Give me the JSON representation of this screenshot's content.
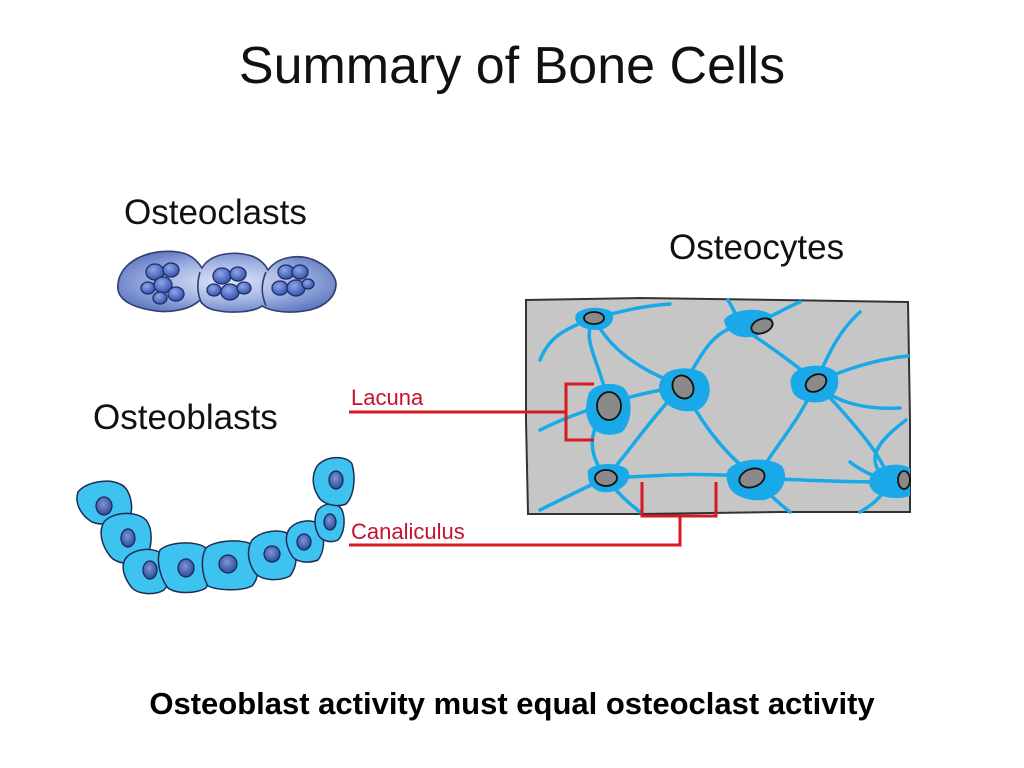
{
  "slide": {
    "title": "Summary of Bone Cells",
    "footer": "Osteoblast activity must equal osteoclast activity"
  },
  "labels": {
    "osteoclasts": "Osteoclasts",
    "osteocytes": "Osteocytes",
    "osteoblasts": "Osteoblasts",
    "lacuna": "Lacuna",
    "canaliculus": "Canaliculus"
  },
  "colors": {
    "osteoclast_cell": "#8fa3d9",
    "osteoclast_nucleus": "#3d5cb0",
    "osteoblast_cell": "#3ec2ef",
    "osteoblast_nucleus": "#2c4fa0",
    "osteocyte_cell": "#1aa9e8",
    "bone_matrix": "#c6c6c6",
    "pointer_red": "#d71920"
  }
}
